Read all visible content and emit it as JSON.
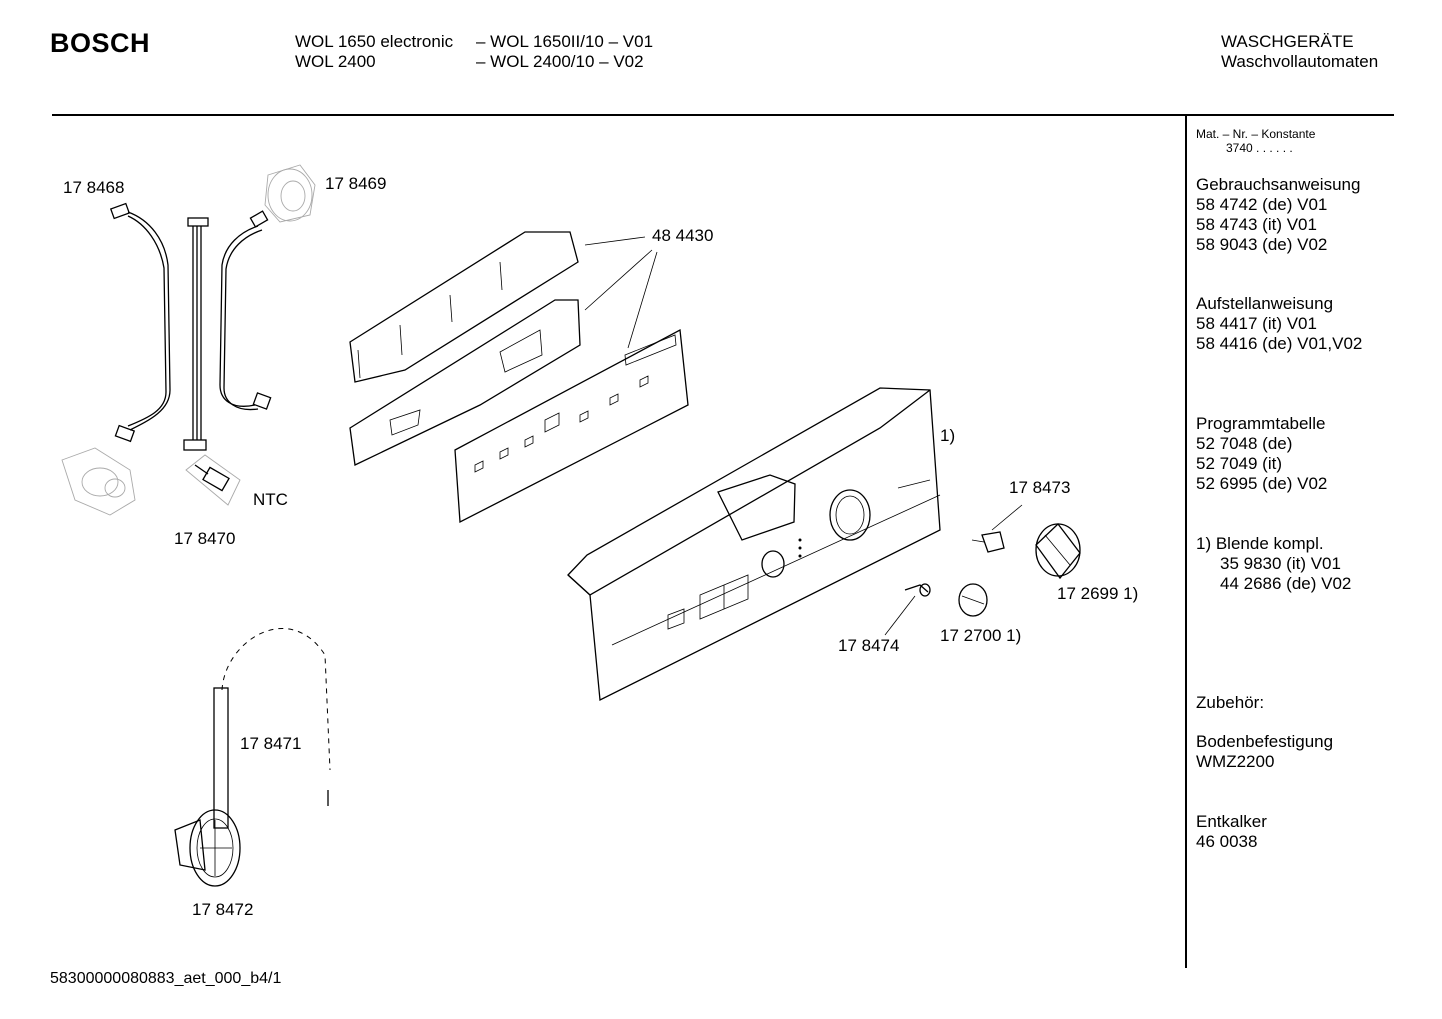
{
  "header": {
    "brand": "BOSCH",
    "model_line1_name": "WOL 1650 electronic",
    "model_line1_code": "– WOL 1650II/10 – V01",
    "model_line2_name": "WOL 2400",
    "model_line2_code": "– WOL 2400/10 – V02",
    "category": "WASCHGERÄTE",
    "subcategory": "Waschvollautomaten"
  },
  "sidebar": {
    "mat_label": "Mat. – Nr. – Konstante",
    "mat_value": "3740  .  .    .  .  .  .",
    "sections": [
      {
        "title": "Gebrauchsanweisung",
        "lines": [
          "58 4742 (de) V01",
          "58 4743 (it) V01",
          "58 9043 (de) V02"
        ]
      },
      {
        "title": "Aufstellanweisung",
        "lines": [
          "58 4417 (it) V01",
          "58 4416 (de) V01,V02"
        ]
      },
      {
        "title": "Programmtabelle",
        "lines": [
          "52 7048 (de)",
          "52 7049 (it)",
          "52 6995 (de) V02"
        ]
      },
      {
        "title": "1) Blende kompl.",
        "lines": [
          "35 9830 (it) V01",
          "44 2686 (de) V02"
        ]
      },
      {
        "title": "Zubehör:",
        "lines": []
      },
      {
        "title": "Bodenbefestigung",
        "lines": [
          "WMZ2200"
        ]
      },
      {
        "title": "Entkalker",
        "lines": [
          "46 0038"
        ]
      }
    ]
  },
  "parts": {
    "p178468": "17 8468",
    "p178469": "17 8469",
    "p484430": "48 4430",
    "p178470": "17 8470",
    "ntc": "NTC",
    "note1": "1)",
    "p178473": "17 8473",
    "p1726991": "17 2699 1)",
    "p178474": "17 8474",
    "p1727001": "17 2700 1)",
    "p178471": "17 8471",
    "p178472": "17 8472"
  },
  "footer": {
    "doc_id": "58300000080883_aet_000_b4/1"
  }
}
